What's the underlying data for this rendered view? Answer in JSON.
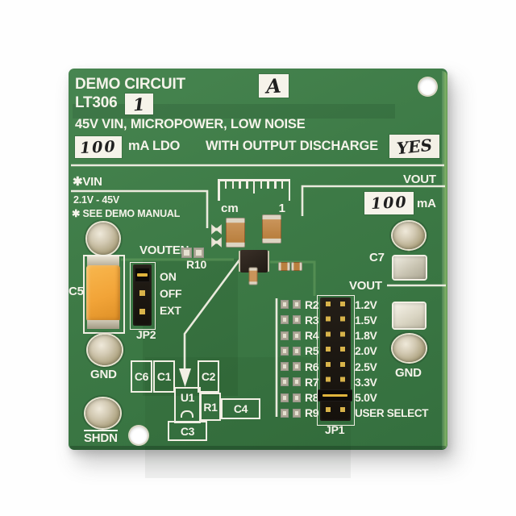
{
  "colors": {
    "board_green": "#3d7a46",
    "silkscreen_white": "#f2efe4",
    "cap_orange": "#f2a438",
    "header_black": "#1c1712",
    "pin_gold": "#d8b34a",
    "turret_silver": "#cfc6ae"
  },
  "title": {
    "line1": "DEMO CIRCUIT",
    "part": "LT306",
    "part_mark": "1",
    "rev_mark": "A",
    "line3": "45V VIN, MICROPOWER, LOW NOISE",
    "current_mark": "100",
    "line4a": "mA LDO",
    "line4b": "WITH OUTPUT DISCHARGE",
    "discharge_mark": "YES"
  },
  "vin": {
    "label": "✱VIN",
    "range": "2.1V - 45V",
    "note": "✱ SEE DEMO MANUAL"
  },
  "ruler": {
    "unit": "cm",
    "mark": "1"
  },
  "vout": {
    "label": "VOUT",
    "value_mark": "100",
    "unit": "mA"
  },
  "left": {
    "c5": "C5",
    "gnd": "GND",
    "shdn": "SHDN"
  },
  "jp2": {
    "title": "VOUTEN",
    "opt_on": "ON",
    "opt_off": "OFF",
    "opt_ext": "EXT",
    "label": "JP2",
    "r10": "R10"
  },
  "outlines": {
    "c6": "C6",
    "c1": "C1",
    "c2": "C2",
    "u1": "U1",
    "r1": "R1",
    "c4": "C4",
    "c3": "C3"
  },
  "jp1": {
    "header": "VOUT",
    "label": "JP1",
    "jumper_on": "5.0V",
    "rows": [
      {
        "r": "R2",
        "v": "1.2V"
      },
      {
        "r": "R3",
        "v": "1.5V"
      },
      {
        "r": "R4",
        "v": "1.8V"
      },
      {
        "r": "R5",
        "v": "2.0V"
      },
      {
        "r": "R6",
        "v": "2.5V"
      },
      {
        "r": "R7",
        "v": "3.3V"
      },
      {
        "r": "R8",
        "v": "5.0V"
      },
      {
        "r": "R9",
        "v": "USER SELECT"
      }
    ]
  },
  "right": {
    "c7": "C7",
    "gnd": "GND"
  }
}
